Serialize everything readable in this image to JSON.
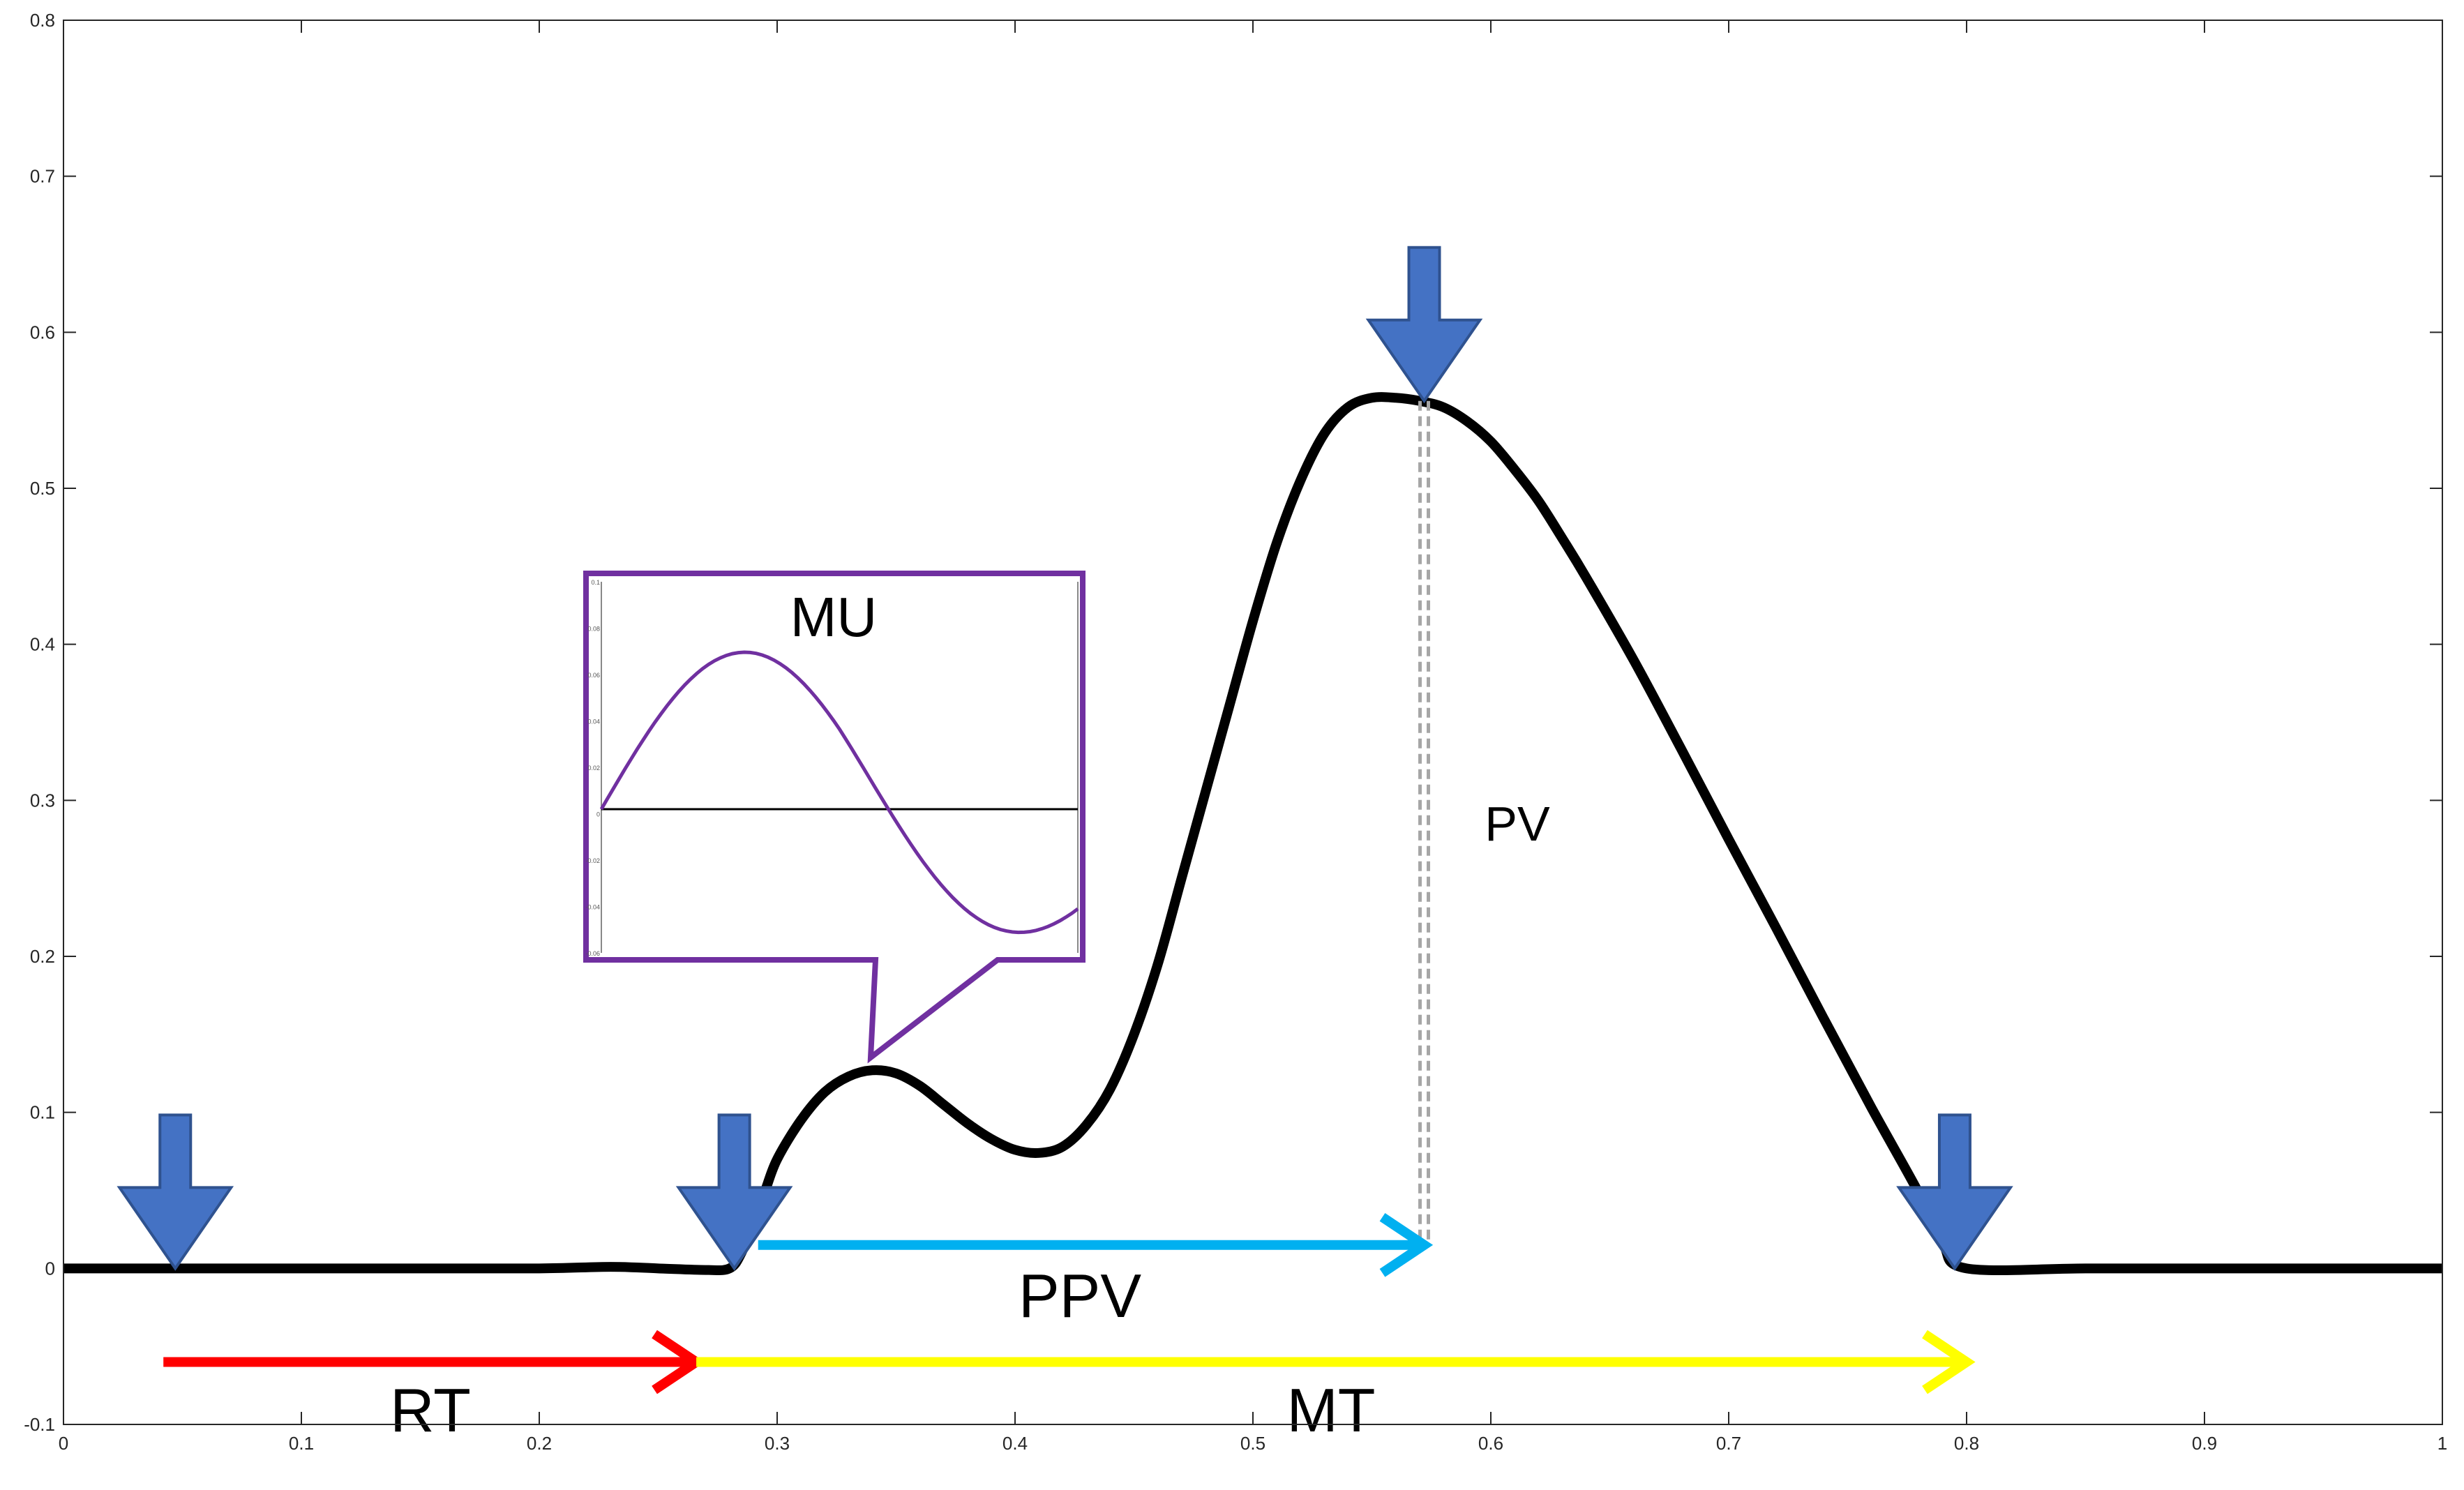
{
  "chart_data": {
    "type": "line",
    "xlim": [
      0,
      1
    ],
    "ylim": [
      -0.1,
      0.8
    ],
    "xticks": [
      "0",
      "0.1",
      "0.2",
      "0.3",
      "0.4",
      "0.5",
      "0.6",
      "0.7",
      "0.8",
      "0.9",
      "1"
    ],
    "yticks": [
      "-0.1",
      "0",
      "0.1",
      "0.2",
      "0.3",
      "0.4",
      "0.5",
      "0.6",
      "0.7",
      "0.8"
    ],
    "grid": false,
    "series": [
      {
        "color": "#000000",
        "x": [
          0,
          0.05,
          0.1,
          0.15,
          0.2,
          0.23,
          0.25,
          0.27,
          0.28,
          0.285,
          0.29,
          0.295,
          0.3,
          0.31,
          0.32,
          0.33,
          0.34,
          0.35,
          0.36,
          0.37,
          0.38,
          0.39,
          0.4,
          0.41,
          0.42,
          0.43,
          0.44,
          0.45,
          0.46,
          0.47,
          0.48,
          0.49,
          0.5,
          0.51,
          0.52,
          0.53,
          0.54,
          0.55,
          0.56,
          0.57,
          0.58,
          0.59,
          0.6,
          0.61,
          0.62,
          0.63,
          0.64,
          0.66,
          0.68,
          0.7,
          0.72,
          0.74,
          0.76,
          0.78,
          0.79,
          0.8,
          0.85,
          0.9,
          0.95,
          1.0
        ],
        "y": [
          0,
          0,
          0,
          0,
          0,
          0.001,
          0,
          -0.001,
          0,
          0.01,
          0.03,
          0.05,
          0.07,
          0.095,
          0.113,
          0.123,
          0.127,
          0.125,
          0.117,
          0.105,
          0.093,
          0.083,
          0.076,
          0.074,
          0.078,
          0.092,
          0.115,
          0.15,
          0.195,
          0.25,
          0.305,
          0.36,
          0.415,
          0.465,
          0.505,
          0.535,
          0.552,
          0.558,
          0.558,
          0.556,
          0.552,
          0.543,
          0.53,
          0.512,
          0.492,
          0.468,
          0.443,
          0.39,
          0.333,
          0.275,
          0.218,
          0.16,
          0.103,
          0.048,
          0.016,
          0,
          0,
          0,
          0,
          0
        ]
      }
    ],
    "annotations": {
      "MU": "MU",
      "PV": "PV",
      "PPV": "PPV",
      "RT": "RT",
      "MT": "MT"
    },
    "markers": [
      {
        "name": "rest-start",
        "x": 0.047,
        "y": 0
      },
      {
        "name": "movement-onset",
        "x": 0.282,
        "y": 0
      },
      {
        "name": "peak-velocity",
        "x": 0.572,
        "y": 0.556
      },
      {
        "name": "movement-end",
        "x": 0.795,
        "y": 0
      }
    ],
    "intervals": [
      {
        "label": "PPV",
        "from": 0.292,
        "to": 0.572,
        "y": 0.015,
        "color": "#00b0f0"
      },
      {
        "label": "RT",
        "from": 0.042,
        "to": 0.266,
        "y": -0.06,
        "color": "#ff0000"
      },
      {
        "label": "MT",
        "from": 0.266,
        "to": 0.8,
        "y": -0.06,
        "color": "#ffff00"
      }
    ],
    "inset": {
      "label": "MU",
      "color": "#7030a0",
      "curve_color": "#7030a0",
      "ytick_labels": [
        "0.1",
        "0.08",
        "0.06",
        "0.04",
        "0.02",
        "0",
        "-0.02",
        "-0.04",
        "-0.06"
      ]
    },
    "colors": {
      "arrow_fill": "#4472c4",
      "arrow_edge": "#2f528f",
      "dashed_line": "#a6a6a6"
    }
  }
}
